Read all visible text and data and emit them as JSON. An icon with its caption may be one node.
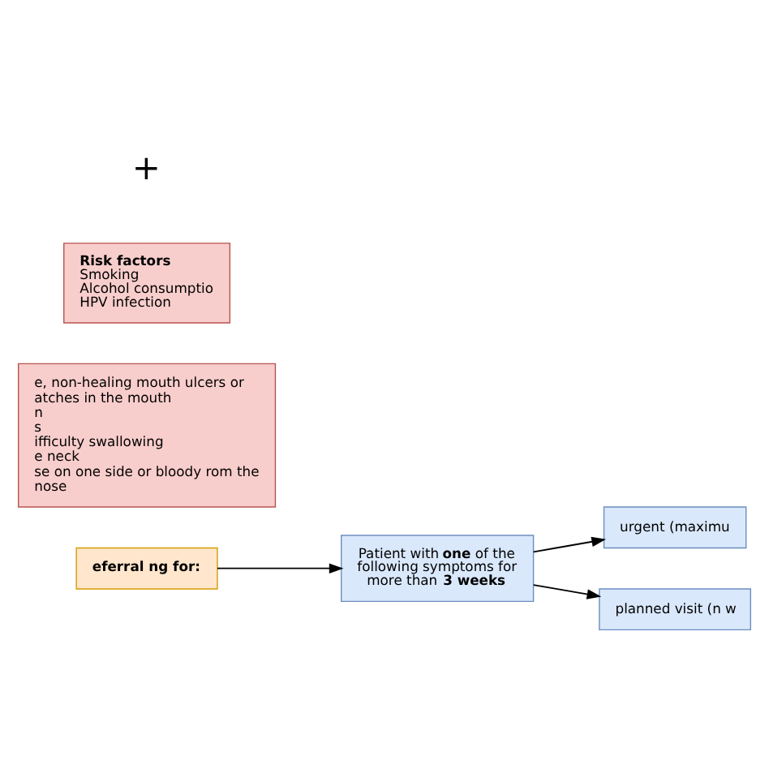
{
  "diagram": {
    "nodes": [
      {
        "text": [
          "eferral ng for:"
        ]
      },
      {
        "text": [
          "Patient with **one** of the following symptoms for more than **3 weeks**"
        ]
      },
      {
        "text": [
          "urgent (maximu"
        ]
      },
      {
        "text": [
          "planned visit (n w"
        ]
      },
      {
        "text": [
          "e, non-healing mouth ulcers or atches in the mouth",
          "n",
          "s",
          "ifficulty swallowing",
          "e neck",
          "se on one side or bloody rom the nose"
        ]
      },
      {
        "text": [
          "Risk factors",
          "Smoking",
          "Alcohol consumptio",
          "HPV infection"
        ]
      }
    ],
    "edges": [
      {
        "from": 0,
        "to": 1,
        "arrow": "to"
      },
      {
        "from": 1,
        "to": 2,
        "arrow": "to"
      },
      {
        "from": 1,
        "to": 3,
        "arrow": "to"
      }
    ],
    "labels": [
      "+"
    ]
  }
}
